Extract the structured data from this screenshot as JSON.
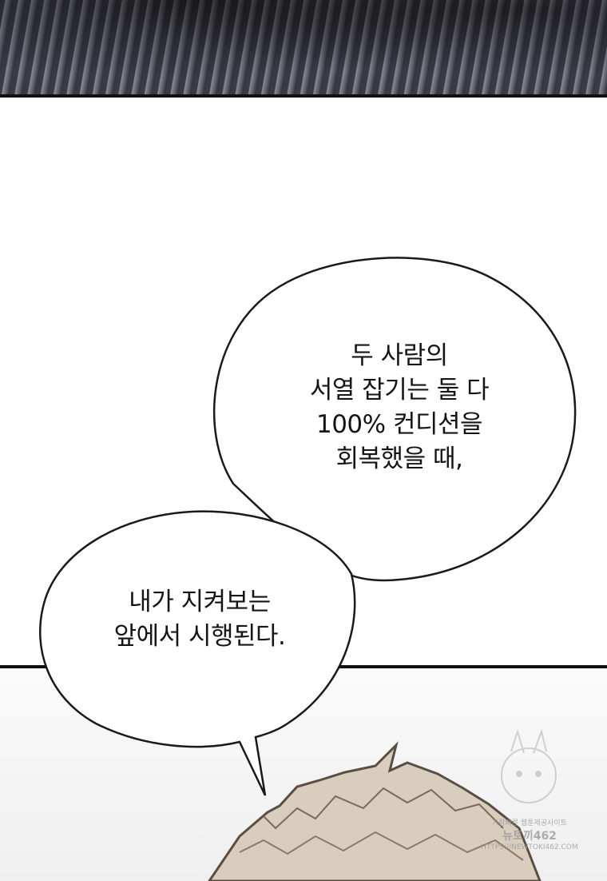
{
  "bubble_top": {
    "lines": [
      "두 사람의",
      "서열 잡기는 둘 다",
      "100% 컨디션을",
      "회복했을 때,"
    ]
  },
  "bubble_bottom": {
    "lines": [
      "내가 지켜보는",
      "앞에서 시행된다."
    ]
  },
  "watermark": {
    "line1": "가장빠른 웹툰제공사이트",
    "line2": "뉴토끼462",
    "line3": "HTTPS://NEWTOKI462.COM"
  }
}
